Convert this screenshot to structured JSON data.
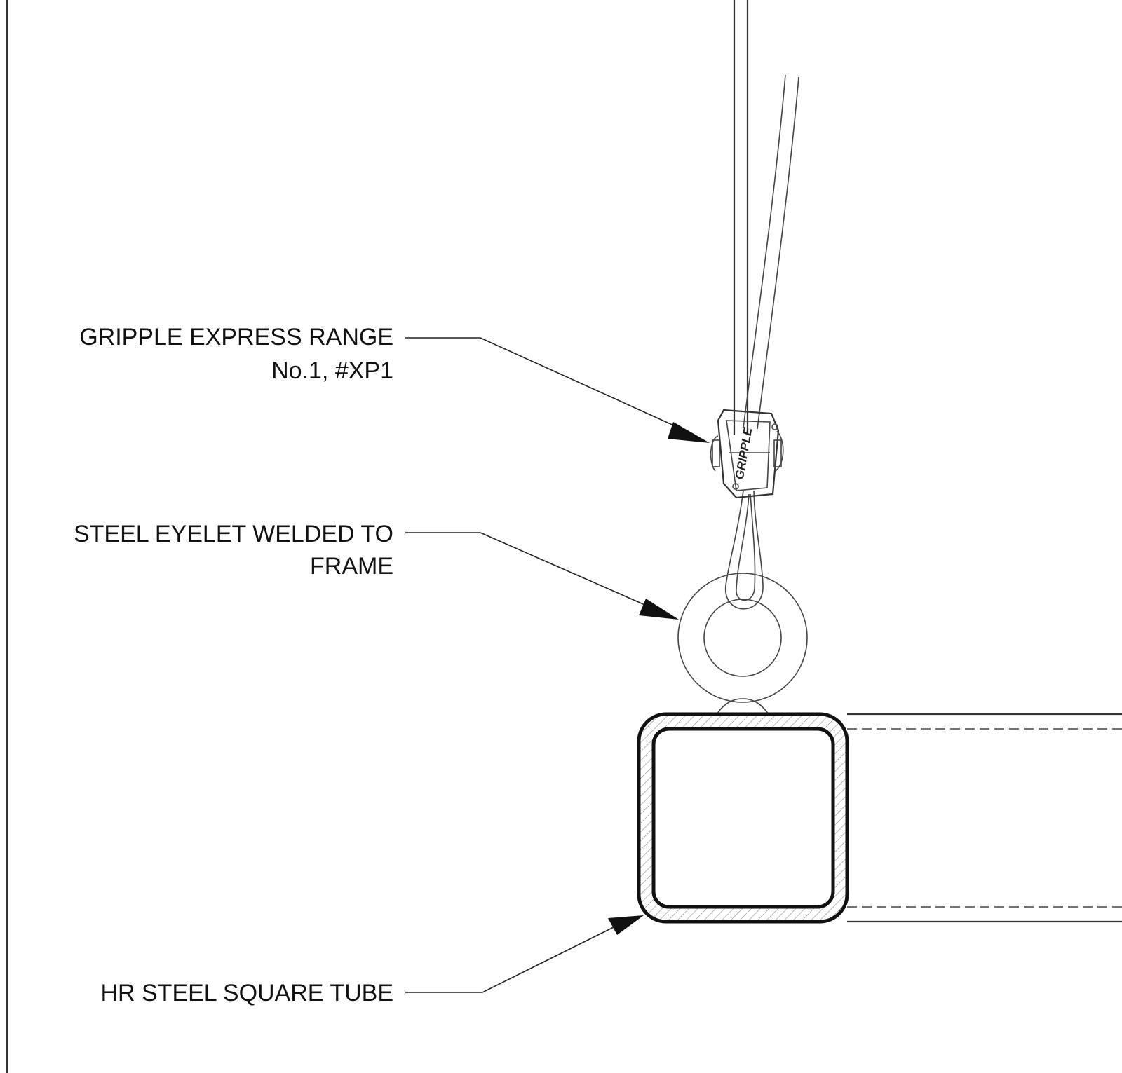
{
  "callouts": {
    "gripple": {
      "line1": "GRIPPLE EXPRESS RANGE",
      "line2": "No.1, #XP1"
    },
    "eyelet": {
      "line1": "STEEL EYELET WELDED TO",
      "line2": "FRAME"
    },
    "tube": {
      "line1": "HR STEEL SQUARE TUBE"
    }
  },
  "gripple_logo_text": "GRIPPLE",
  "colors": {
    "line": "#111111",
    "background": "#ffffff"
  }
}
